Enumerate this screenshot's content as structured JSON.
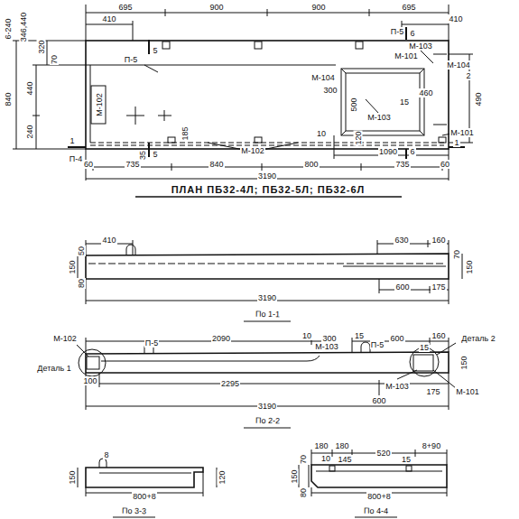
{
  "diagram": {
    "caption": "ПЛАН ПБ32-4Л; ПБ32-5Л; ПБ32-6Л",
    "labels": [
      "695",
      "900",
      "900",
      "695",
      "410",
      "410",
      "6-240",
      "346,440",
      "320",
      "70",
      "840",
      "440",
      "240",
      "П-5",
      "М-102",
      "М-101",
      "П-5",
      "6",
      "М-103",
      "М-104",
      "2",
      "М-104",
      "300",
      "500",
      "М-103",
      "15",
      "460",
      "490",
      "М-101",
      "П-4",
      "1",
      "1",
      "5",
      "5",
      "185",
      "35",
      "М-102",
      "10",
      "120",
      "6",
      "1090",
      "60",
      "735",
      "840",
      "800",
      "735",
      "60",
      "3190",
      "410",
      "630",
      "160",
      "150",
      "50",
      "80",
      "70",
      "150",
      "3190",
      "600",
      "175",
      "По 1-1",
      "М-102",
      "П-5",
      "2090",
      "10",
      "300",
      "М-103",
      "15",
      "П-5",
      "600",
      "15",
      "160",
      "Деталь 2",
      "Деталь 1",
      "150",
      "М-103",
      "М-101",
      "100",
      "2295",
      "600",
      "175",
      "3190",
      "По 2-2",
      "8",
      "150",
      "120",
      "800+8",
      "По 3-3",
      "180",
      "180",
      "520",
      "8+90",
      "10",
      "145",
      "15",
      "70",
      "150",
      "80",
      "800+8",
      "По 4-4"
    ]
  }
}
